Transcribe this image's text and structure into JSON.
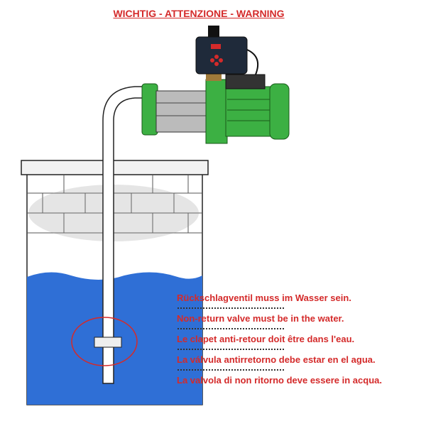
{
  "title": "WICHTIG - ATTENZIONE - WARNING",
  "messages": [
    "Rückschlagventil muss im Wasser sein.",
    "Non-return valve must be in the water.",
    "Le clapet anti-retour doit être dans l'eau.",
    "La válvula antirretorno debe estar en el agua.",
    "La valvola di non ritorno deve essere in acqua."
  ],
  "colors": {
    "warning_text": "#d42a2a",
    "water": "#2f6fd6",
    "pump_body": "#3cb043",
    "valve_highlight": "#d42a2a"
  }
}
